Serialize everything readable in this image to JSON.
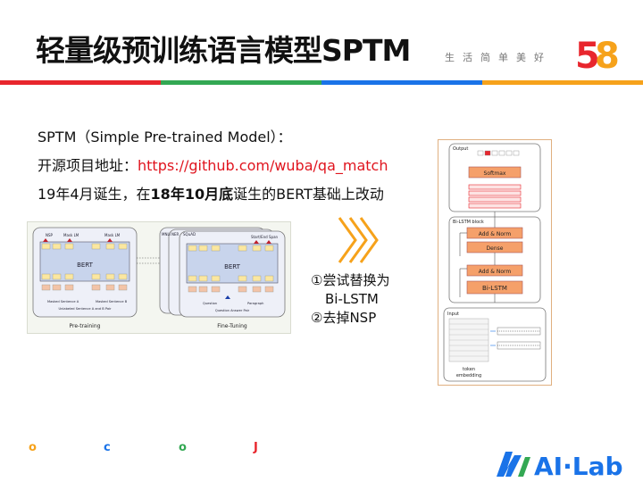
{
  "header": {
    "title": "轻量级预训练语言模型SPTM",
    "slogan": "生活简单美好",
    "logo_text": "58",
    "bar_colors": [
      "#e8262d",
      "#f6a21b",
      "#33a853",
      "#1a73e8",
      "#e8262d"
    ]
  },
  "body": {
    "line1": "SPTM（Simple Pre-trained Model）：",
    "line2_prefix": "开源项目地址：",
    "line2_link": "https://github.com/wuba/qa_match",
    "line3_pre": "19年4月诞生，在",
    "line3_bold": "18年10月底",
    "line3_post": "诞生的BERT基础上改动"
  },
  "bert_figure": {
    "pretrain_caption": "Pre-training",
    "finetune_caption": "Fine-Tuning",
    "model_label": "BERT",
    "heads_left": [
      "NSP",
      "Mask LM",
      "Mask LM"
    ],
    "heads_right": [
      "Start/End Span"
    ],
    "inputs_left": [
      "Masked Sentence A",
      "Masked Sentence B"
    ],
    "inputs_left_sub": "Unlabeled Sentence A and B Pair",
    "inputs_right": [
      "Question",
      "Paragraph"
    ],
    "inputs_right_sub": "Question Answer Pair",
    "tasks": [
      "MNLI",
      "NER",
      "SQuAD"
    ]
  },
  "changes": {
    "item1": "①尝试替换为",
    "item1b": "Bi-LSTM",
    "item2": "②去掉NSP"
  },
  "sptm_figure": {
    "output_label": "Output",
    "softmax_label": "Softmax",
    "block_label": "Bi-LSTM block",
    "add_norm_1": "Add & Norm",
    "dense_label": "Dense",
    "add_norm_2": "Add & Norm",
    "bilstm_label": "Bi-LSTM",
    "input_label": "Input",
    "token_label": "token",
    "embedding_label": "embedding"
  },
  "footer": {
    "dots": [
      {
        "glyph": "o",
        "color": "#f6a21b"
      },
      {
        "glyph": "c",
        "color": "#1a73e8"
      },
      {
        "glyph": "o",
        "color": "#33a853"
      },
      {
        "glyph": "J",
        "color": "#e8262d"
      }
    ],
    "brand": "AI·Lab",
    "brand_color": "#1a73e8"
  }
}
